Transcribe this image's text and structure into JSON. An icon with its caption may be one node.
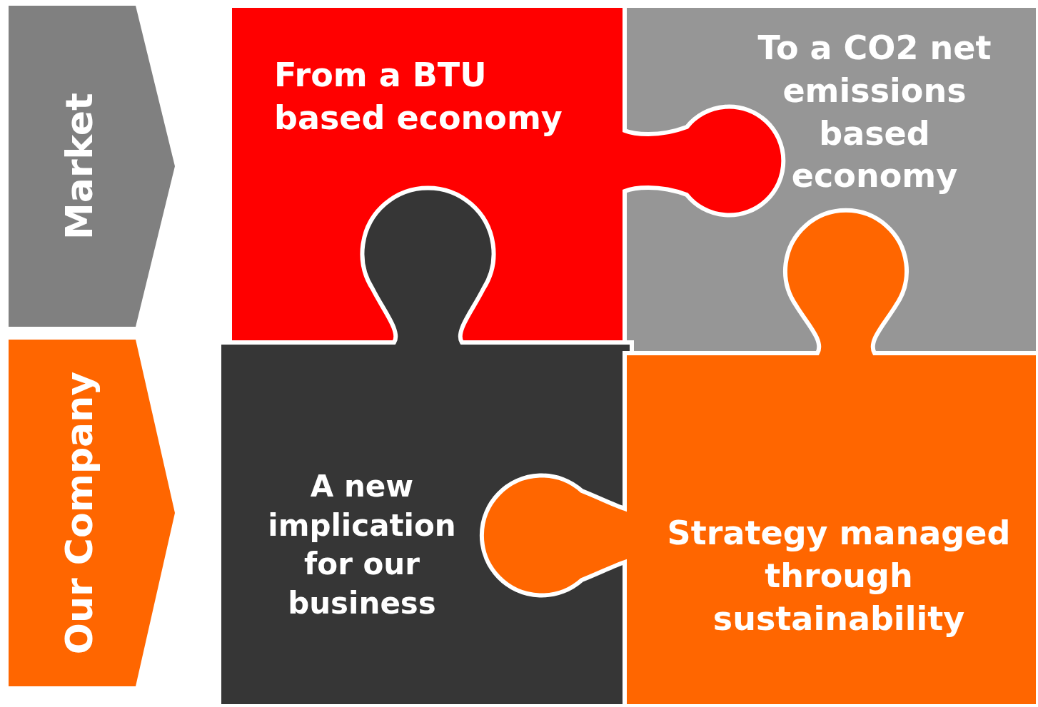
{
  "diagram": {
    "nodes": [
      {
        "text": [
          "Market"
        ]
      },
      {
        "text": [
          "Our Company"
        ]
      },
      {
        "text": [
          "From a BTU based economy"
        ]
      },
      {
        "text": [
          "To a CO2 net emissions based economy"
        ]
      },
      {
        "text": [
          "A new implication for our business"
        ]
      },
      {
        "text": [
          "Strategy managed through sustainability"
        ]
      }
    ]
  }
}
